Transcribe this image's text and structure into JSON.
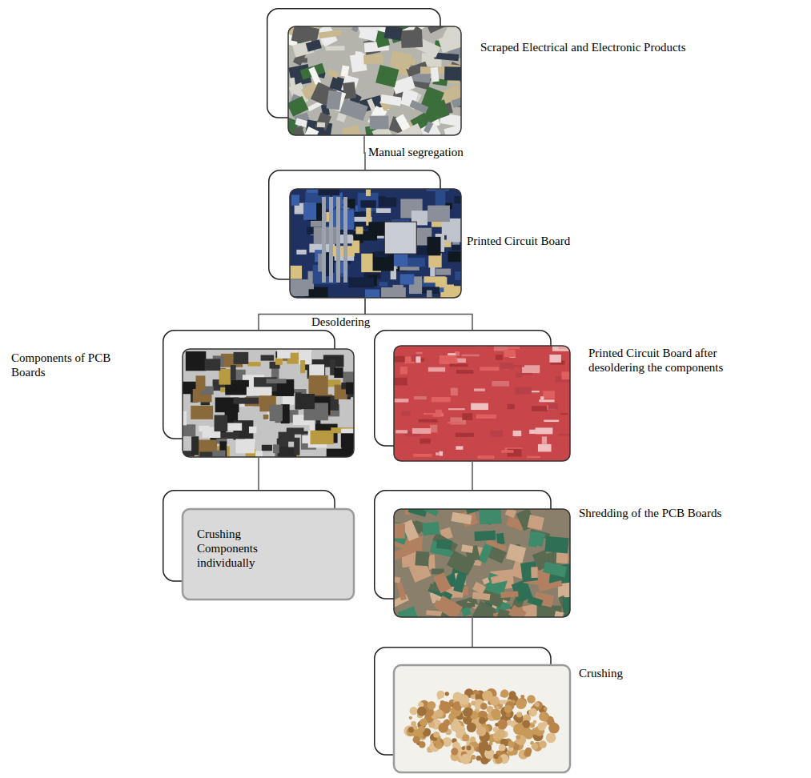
{
  "diagram": {
    "nodes": [
      {
        "text": [
          "Scraped Electrical and Electronic Products"
        ]
      },
      {
        "text": [
          "Printed Circuit Board"
        ]
      },
      {
        "text": [
          "Components of PCB Boards"
        ]
      },
      {
        "text": [
          "Printed Circuit Board after desoldering the components"
        ]
      },
      {
        "text": [
          "Crushing Components individually"
        ]
      },
      {
        "text": [
          "Shredding of the PCB Boards"
        ]
      },
      {
        "text": [
          "Crushing"
        ]
      }
    ],
    "edges": [
      {
        "from": 0,
        "to": 1,
        "arrow": "none",
        "label": "Manual segregation"
      },
      {
        "from": 1,
        "to": 2,
        "arrow": "none",
        "label": "Desoldering"
      },
      {
        "from": 1,
        "to": 3,
        "arrow": "none"
      },
      {
        "from": 2,
        "to": 4,
        "arrow": "none"
      },
      {
        "from": 3,
        "to": 5,
        "arrow": "none"
      },
      {
        "from": 5,
        "to": 6,
        "arrow": "none"
      }
    ]
  }
}
